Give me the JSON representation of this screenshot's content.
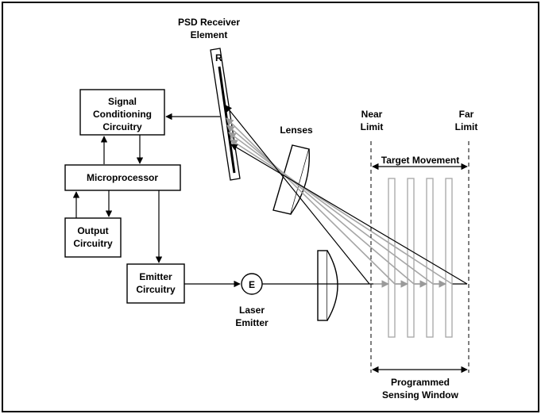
{
  "diagram": {
    "psd_receiver": {
      "line1": "PSD Receiver",
      "line2": "Element",
      "marker": "R"
    },
    "signal_conditioning": {
      "line1": "Signal",
      "line2": "Conditioning",
      "line3": "Circuitry"
    },
    "microprocessor": "Microprocessor",
    "output_circuitry": {
      "line1": "Output",
      "line2": "Circuitry"
    },
    "emitter_circuitry": {
      "line1": "Emitter",
      "line2": "Circuitry"
    },
    "emitter_symbol": "E",
    "laser_emitter": {
      "line1": "Laser",
      "line2": "Emitter"
    },
    "lenses": "Lenses",
    "near_limit": {
      "line1": "Near",
      "line2": "Limit"
    },
    "far_limit": {
      "line1": "Far",
      "line2": "Limit"
    },
    "target_movement": "Target Movement",
    "sensing_window": {
      "line1": "Programmed",
      "line2": "Sensing Window"
    }
  }
}
